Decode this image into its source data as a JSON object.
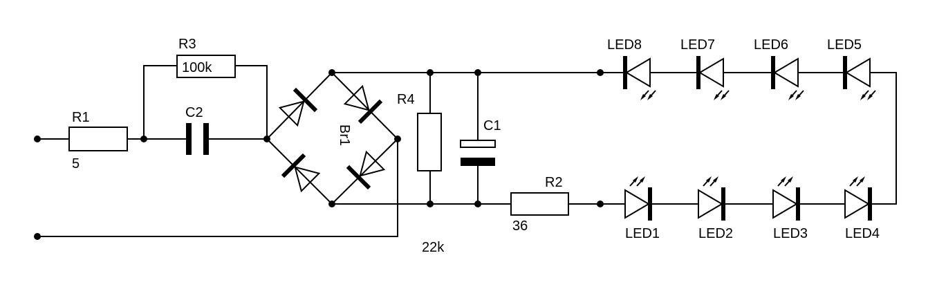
{
  "components": {
    "r1": {
      "name": "R1",
      "value": "5"
    },
    "r2": {
      "name": "R2",
      "value": "36"
    },
    "r3": {
      "name": "R3",
      "value": "100k"
    },
    "r4": {
      "name": "R4",
      "value": "22k"
    },
    "c1": {
      "name": "C1"
    },
    "c2": {
      "name": "C2"
    },
    "bridge": {
      "name": "Br1"
    },
    "leds_top": [
      "LED8",
      "LED7",
      "LED6",
      "LED5"
    ],
    "leds_bottom": [
      "LED1",
      "LED2",
      "LED3",
      "LED4"
    ]
  }
}
